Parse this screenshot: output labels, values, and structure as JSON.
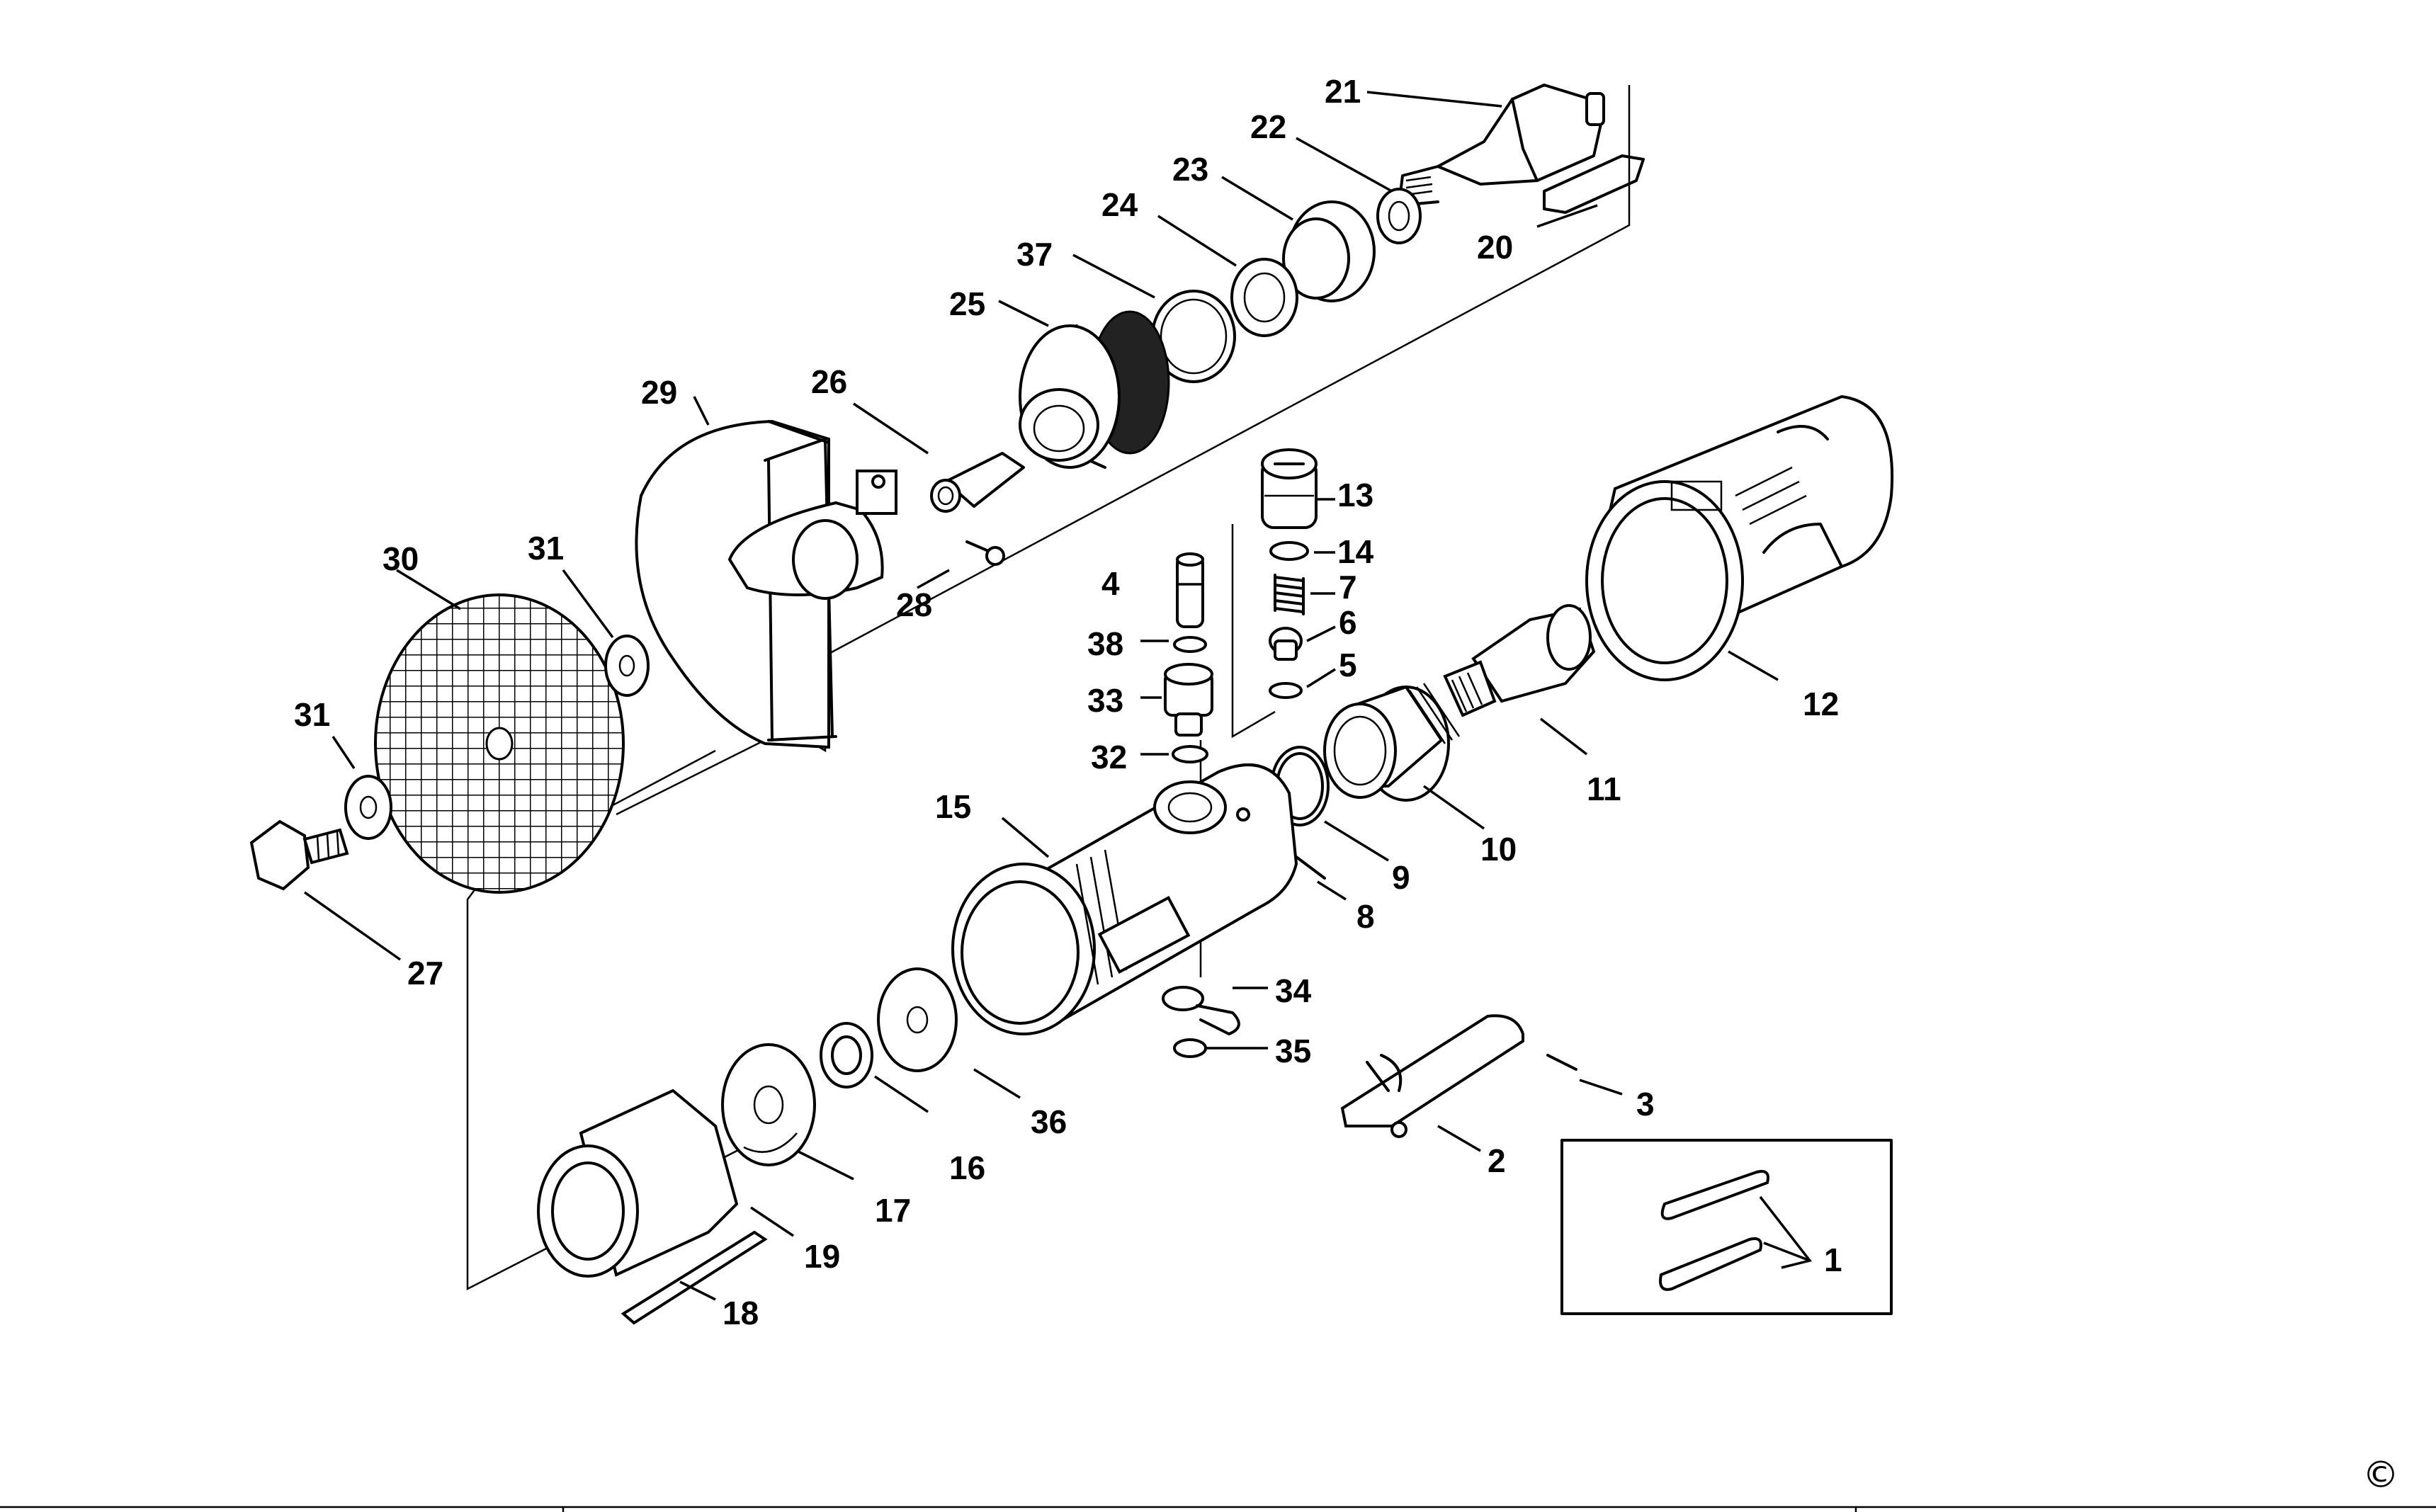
{
  "parts": {
    "p1": "1",
    "p2": "2",
    "p3": "3",
    "p4": "4",
    "p5": "5",
    "p6": "6",
    "p7": "7",
    "p8": "8",
    "p9": "9",
    "p10": "10",
    "p11": "11",
    "p12": "12",
    "p13": "13",
    "p14": "14",
    "p15": "15",
    "p16": "16",
    "p17": "17",
    "p18": "18",
    "p19": "19",
    "p20": "20",
    "p21": "21",
    "p22": "22",
    "p23": "23",
    "p24": "24",
    "p25": "25",
    "p26": "26",
    "p27": "27",
    "p28": "28",
    "p29": "29",
    "p30": "30",
    "p31a": "31",
    "p31b": "31",
    "p32": "32",
    "p33": "33",
    "p34": "34",
    "p35": "35",
    "p36": "36",
    "p37": "37",
    "p38": "38"
  },
  "copyright": "©",
  "colors": {
    "ink": "#000000",
    "paper": "#ffffff"
  }
}
